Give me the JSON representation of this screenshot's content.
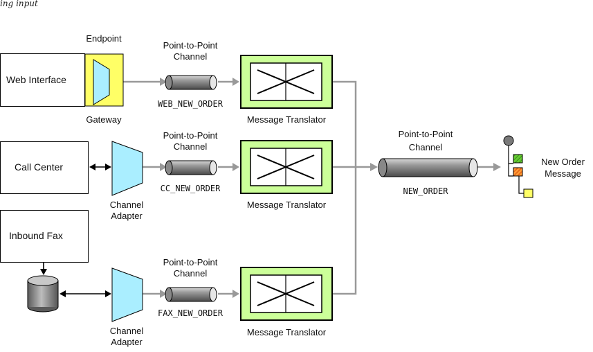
{
  "top_caption": "ing input",
  "systems": {
    "web_interface": "Web Interface",
    "call_center": "Call Center",
    "inbound_fax": "Inbound Fax"
  },
  "endpoint_labels": {
    "endpoint": "Endpoint",
    "gateway": "Gateway",
    "channel_adapter_1": "Channel Adapter",
    "channel_adapter_2": "Channel Adapter"
  },
  "channels": {
    "web": {
      "type_line1": "Point-to-Point",
      "type_line2": "Channel",
      "name": "WEB_NEW_ORDER"
    },
    "cc": {
      "type_line1": "Point-to-Point",
      "type_line2": "Channel",
      "name": "CC_NEW_ORDER"
    },
    "fax": {
      "type_line1": "Point-to-Point",
      "type_line2": "Channel",
      "name": "FAX_NEW_ORDER"
    },
    "new_order": {
      "type_line1": "Point-to-Point",
      "type_line2": "Channel",
      "name": "NEW_ORDER"
    }
  },
  "translators": {
    "t1": "Message Translator",
    "t2": "Message Translator",
    "t3": "Message Translator"
  },
  "output": {
    "line1": "New Order",
    "line2": "Message"
  },
  "colors": {
    "translator_fill": "#ccff99",
    "gateway_fill": "#ffff66",
    "trapezoid_fill": "#aaeeff",
    "connector": "#999999",
    "message_green": "#66cc33",
    "message_orange": "#ff9933",
    "message_yellow": "#ffff66"
  }
}
